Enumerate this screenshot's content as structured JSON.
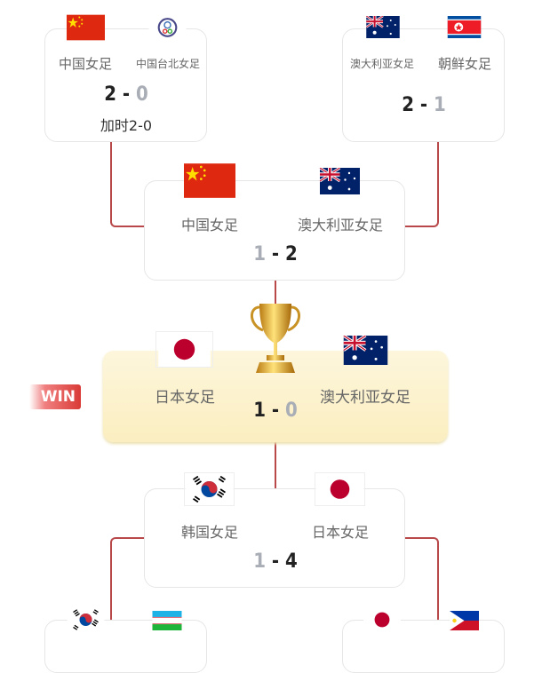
{
  "matches": {
    "qf1": {
      "home": "中国女足",
      "away": "中国台北女足",
      "home_score": "2",
      "away_score": "0",
      "note": "加时2-0"
    },
    "qf2": {
      "home": "澳大利亚女足",
      "away": "朝鲜女足",
      "home_score": "2",
      "away_score": "1"
    },
    "sf1": {
      "home": "中国女足",
      "away": "澳大利亚女足",
      "home_score": "1",
      "away_score": "2"
    },
    "final": {
      "home": "日本女足",
      "away": "澳大利亚女足",
      "home_score": "1",
      "away_score": "0",
      "badge": "WIN"
    },
    "sf2": {
      "home": "韩国女足",
      "away": "日本女足",
      "home_score": "1",
      "away_score": "4"
    }
  },
  "dash": "-",
  "colors": {
    "line": "#b8484a",
    "final_bg": "#fbeec0",
    "win": "#d93a36"
  }
}
